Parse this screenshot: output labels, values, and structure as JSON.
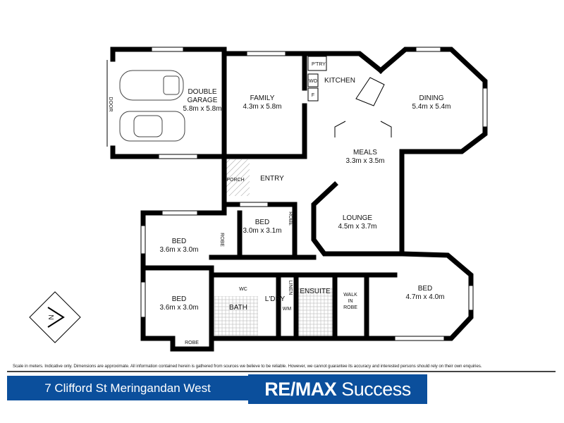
{
  "rooms": {
    "garage": {
      "name1": "DOUBLE",
      "name2": "GARAGE",
      "dims": "5.8m x 5.8m"
    },
    "family": {
      "name": "FAMILY",
      "dims": "4.3m x 5.8m"
    },
    "kitchen": {
      "name": "KITCHEN"
    },
    "pantry": {
      "name": "P'TRY"
    },
    "wo": {
      "name": "WO"
    },
    "fridge": {
      "name": "F"
    },
    "dining": {
      "name": "DINING",
      "dims": "5.4m x 5.4m"
    },
    "meals": {
      "name": "MEALS",
      "dims": "3.3m x 3.5m"
    },
    "entry": {
      "name": "ENTRY"
    },
    "porch": {
      "name": "PORCH"
    },
    "lounge": {
      "name": "LOUNGE",
      "dims": "4.5m x 3.7m"
    },
    "bed2": {
      "name": "BED",
      "dims": "3.0m x 3.1m",
      "robe": "ROBE"
    },
    "bed3": {
      "name": "BED",
      "dims": "3.6m x 3.0m",
      "robe": "ROBE"
    },
    "bed4": {
      "name": "BED",
      "dims": "3.6m x 3.0m",
      "robe": "ROBE"
    },
    "bath": {
      "name": "BATH",
      "wc": "WC"
    },
    "laundry": {
      "name": "L'DRY",
      "linen": "LINEN",
      "wm": "WM"
    },
    "ensuite": {
      "name": "ENSUITE"
    },
    "wir": {
      "l1": "WALK",
      "l2": "IN",
      "l3": "ROBE"
    },
    "master": {
      "name": "BED",
      "dims": "4.7m x 4.0m"
    },
    "garage_door": "DOOR"
  },
  "compass": {
    "label": "N"
  },
  "footer": {
    "disclaimer": "Scale in meters. Indicative only. Dimensions are approximate. All information contained herein is gathered from sources we believe to be reliable. However, we cannot guarantee its accuracy and interested persons should rely on their own enquiries.",
    "address": "7 Clifford St Meringandan West",
    "brand_bold": "RE/MAX",
    "brand_light": "Success"
  },
  "colors": {
    "brand": "#0b4f9c"
  }
}
